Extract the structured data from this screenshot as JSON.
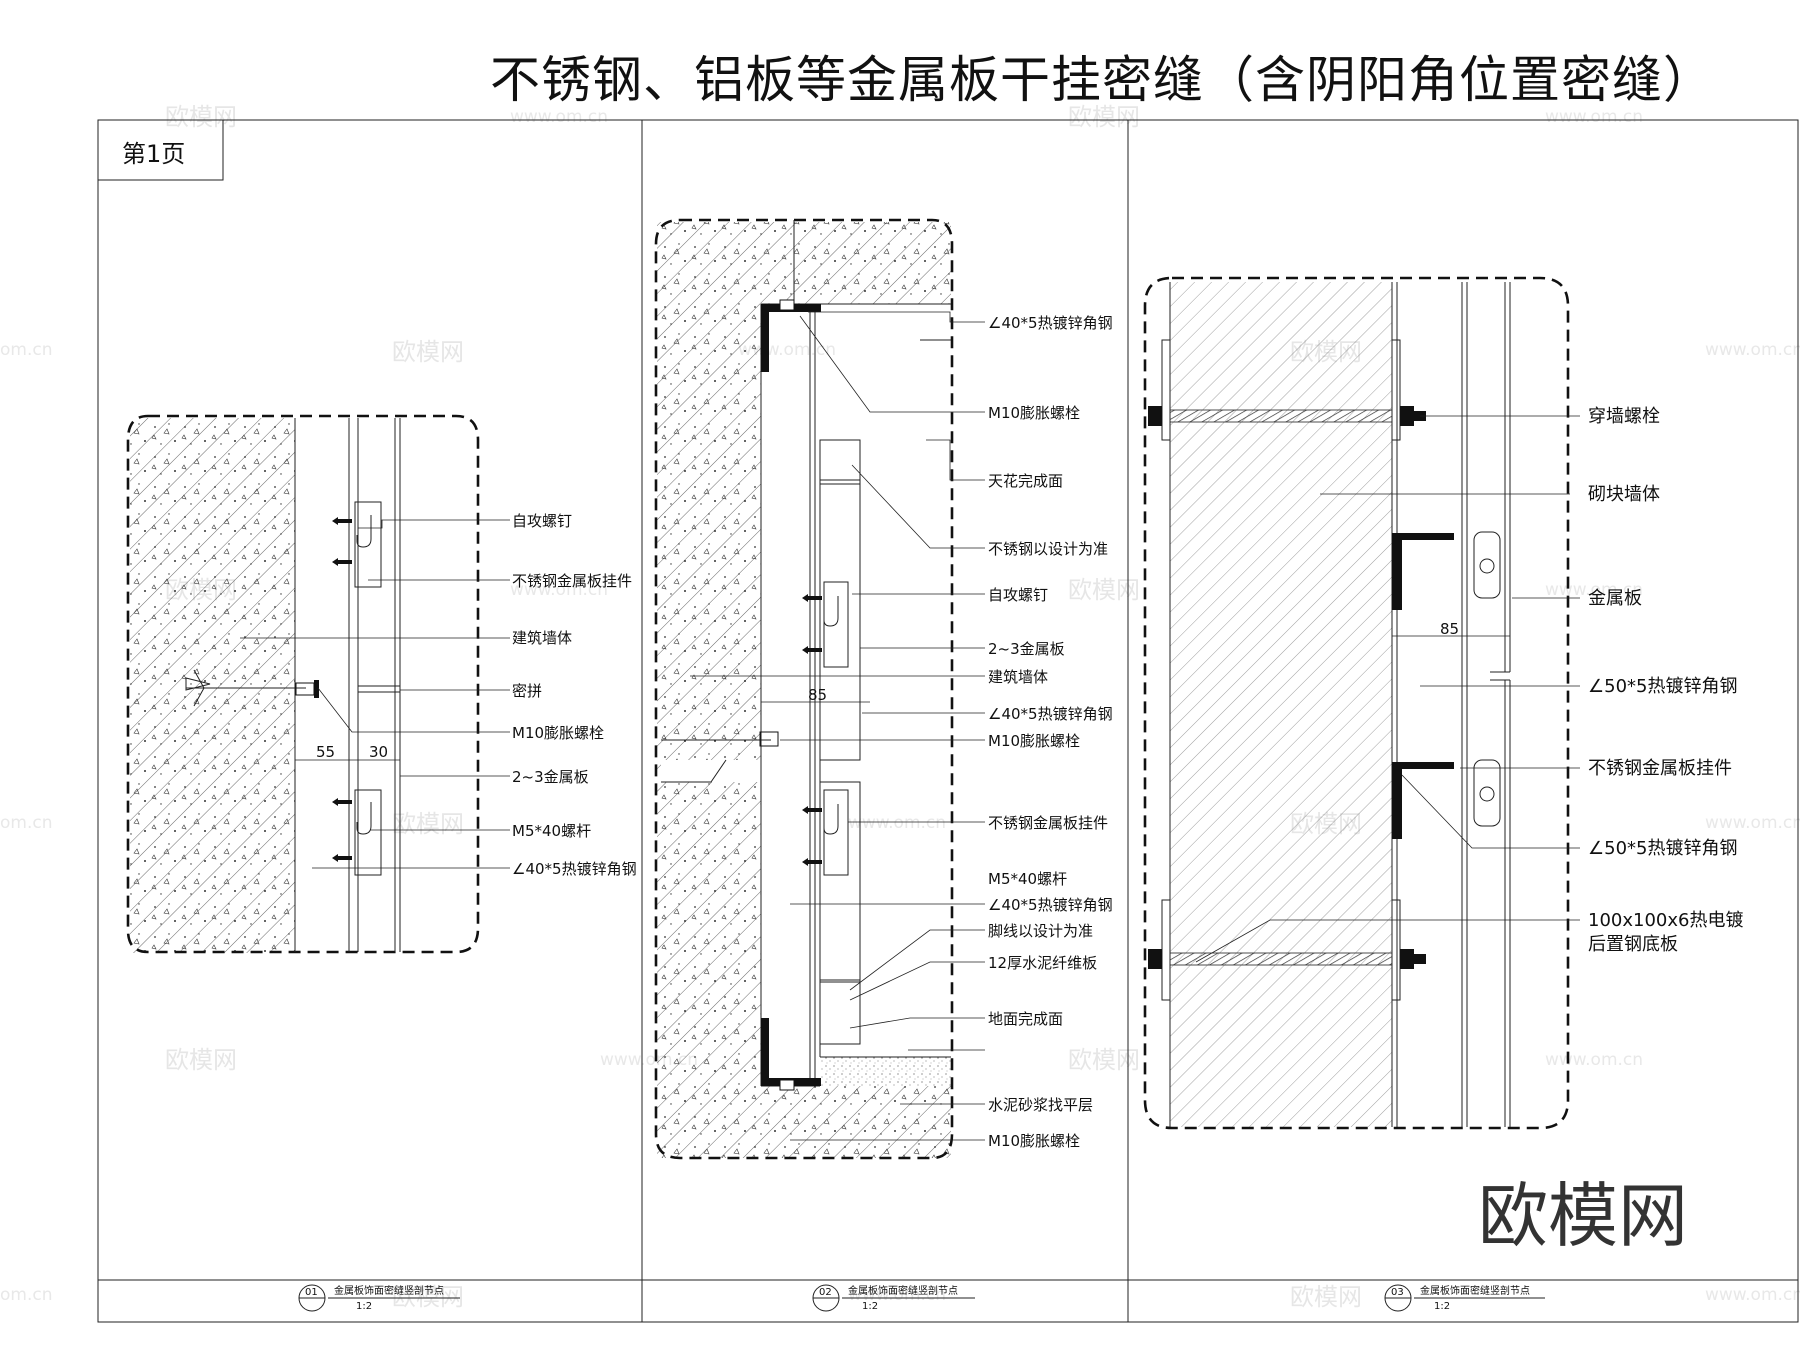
{
  "title": "不锈钢、铝板等金属板干挂密缝（含阴阳角位置密缝）",
  "page_label": "第1页",
  "logo_text": "欧模网",
  "watermark": {
    "cn": "欧模网",
    "url": "www.om.cn",
    "short": "om.cn"
  },
  "detail1": {
    "labels": [
      "自攻螺钉",
      "不锈钢金属板挂件",
      "建筑墙体",
      "密拼",
      "M10膨胀螺栓",
      "2~3金属板",
      "M5*40螺杆",
      "∠40*5热镀锌角钢"
    ],
    "dims": [
      "55",
      "30"
    ],
    "caption": {
      "number": "01",
      "title": "金属板饰面密缝竖剖节点",
      "scale": "1:2"
    }
  },
  "detail2": {
    "labels": [
      "∠40*5热镀锌角钢",
      "M10膨胀螺栓",
      "天花完成面",
      "不锈钢以设计为准",
      "自攻螺钉",
      "2~3金属板",
      "建筑墙体",
      "∠40*5热镀锌角钢",
      "M10膨胀螺栓",
      "不锈钢金属板挂件",
      "M5*40螺杆",
      "∠40*5热镀锌角钢",
      "脚线以设计为准",
      "12厚水泥纤维板",
      "地面完成面",
      "水泥砂浆找平层",
      "M10膨胀螺栓"
    ],
    "dims": [
      "85"
    ],
    "caption": {
      "number": "02",
      "title": "金属板饰面密缝竖剖节点",
      "scale": "1:2"
    }
  },
  "detail3": {
    "labels": [
      "穿墙螺栓",
      "砌块墙体",
      "金属板",
      "∠50*5热镀锌角钢",
      "不锈钢金属板挂件",
      "∠50*5热镀锌角钢",
      "100x100x6热电镀",
      "后置钢底板"
    ],
    "dims": [
      "85"
    ],
    "caption": {
      "number": "03",
      "title": "金属板饰面密缝竖剖节点",
      "scale": "1:2"
    }
  }
}
